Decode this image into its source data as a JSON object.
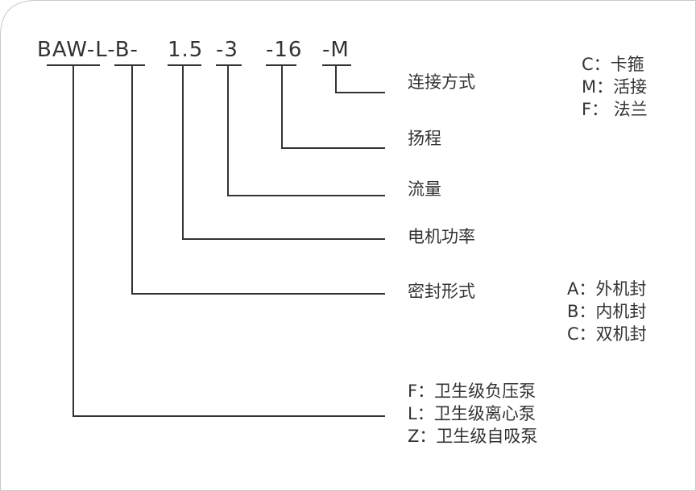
{
  "model_code": {
    "parts": [
      "BAW-L-B-",
      "1.5",
      "-3",
      "-16",
      "-M"
    ]
  },
  "labels": {
    "connection": "连接方式",
    "head": "扬程",
    "flow": "流量",
    "motor_power": "电机功率",
    "seal_type": "密封形式"
  },
  "connection_options": [
    "C：卡箍",
    "M：活接",
    "F： 法兰"
  ],
  "seal_options": [
    "A：外机封",
    "B：内机封",
    "C：双机封"
  ],
  "pump_type_options": [
    "F：卫生级负压泵",
    "L：卫生级离心泵",
    "Z：卫生级自吸泵"
  ],
  "colors": {
    "line": "#333333",
    "text": "#333333",
    "frame": "#bdbdbd"
  }
}
